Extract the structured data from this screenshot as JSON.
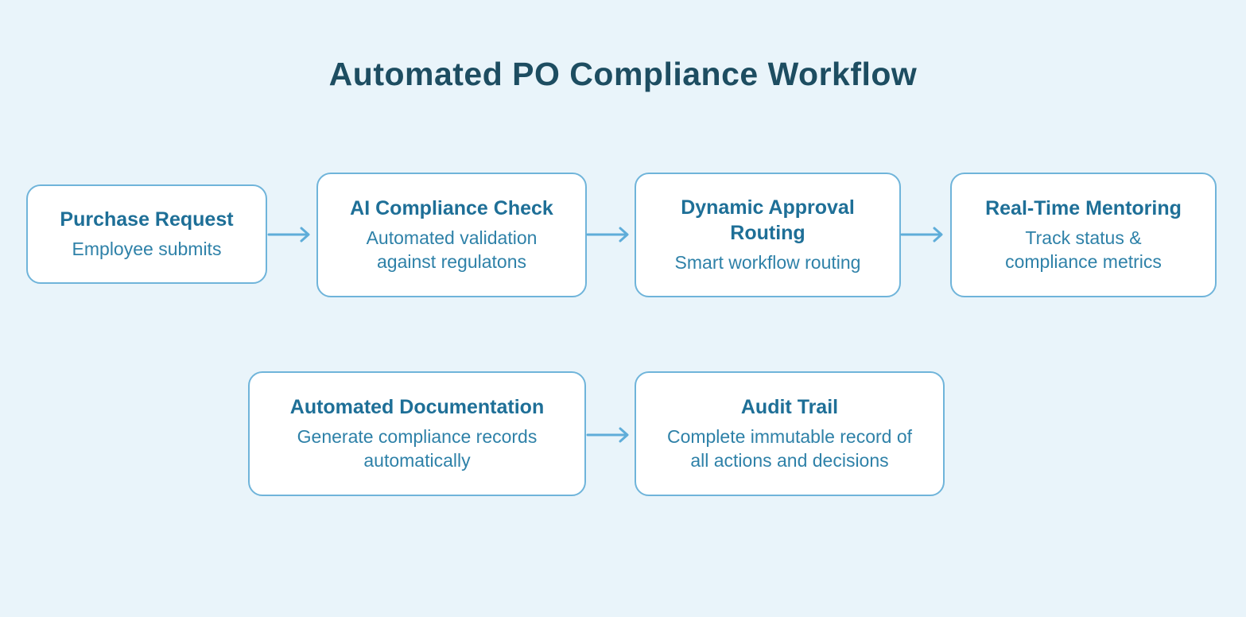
{
  "title": "Automated PO Compliance Workflow",
  "colors": {
    "bg": "#e9f4fa",
    "box_fill": "#ffffff",
    "box_border": "#6fb4da",
    "node_title": "#1e6f97",
    "node_subtitle": "#2e81a8",
    "heading": "#1d4d61",
    "arrow": "#5fadd9"
  },
  "nodes": [
    {
      "id": "purchase-request",
      "title": "Purchase Request",
      "subtitle": "Employee submits"
    },
    {
      "id": "ai-compliance-check",
      "title": "AI Compliance Check",
      "subtitle": "Automated validation against regulatons"
    },
    {
      "id": "dynamic-approval-routing",
      "title": "Dynamic Approval Routing",
      "subtitle": "Smart workflow routing"
    },
    {
      "id": "real-time-mentoring",
      "title": "Real-Time Mentoring",
      "subtitle": "Track status & compliance metrics"
    },
    {
      "id": "automated-documentation",
      "title": "Automated Documentation",
      "subtitle": "Generate compliance records automatically"
    },
    {
      "id": "audit-trail",
      "title": "Audit Trail",
      "subtitle": "Complete immutable record of all actions and decisions"
    }
  ],
  "connections": [
    {
      "from": "purchase-request",
      "to": "ai-compliance-check"
    },
    {
      "from": "ai-compliance-check",
      "to": "dynamic-approval-routing"
    },
    {
      "from": "dynamic-approval-routing",
      "to": "real-time-mentoring"
    },
    {
      "from": "automated-documentation",
      "to": "audit-trail"
    }
  ]
}
